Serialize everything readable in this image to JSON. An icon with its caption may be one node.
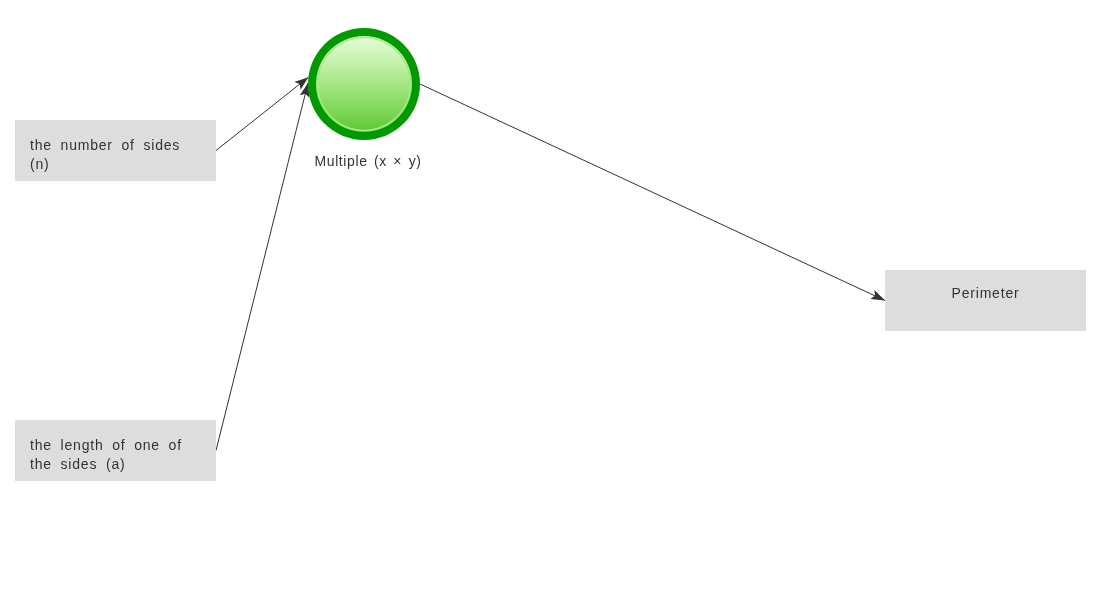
{
  "diagram": {
    "nodes": [
      {
        "text": [
          "the number of sides (n)"
        ]
      },
      {
        "text": [],
        "shape": "circle",
        "beside": [
          "Multiple (x × y)"
        ]
      },
      {
        "text": [
          "the length of one of the sides (a)"
        ]
      },
      {
        "text": [
          "Perimeter"
        ]
      }
    ],
    "edges": [
      {
        "from": 0,
        "to": 1,
        "arrow": "to"
      },
      {
        "from": 2,
        "to": 1,
        "arrow": "to"
      },
      {
        "from": 1,
        "to": 3,
        "arrow": "to"
      }
    ]
  }
}
